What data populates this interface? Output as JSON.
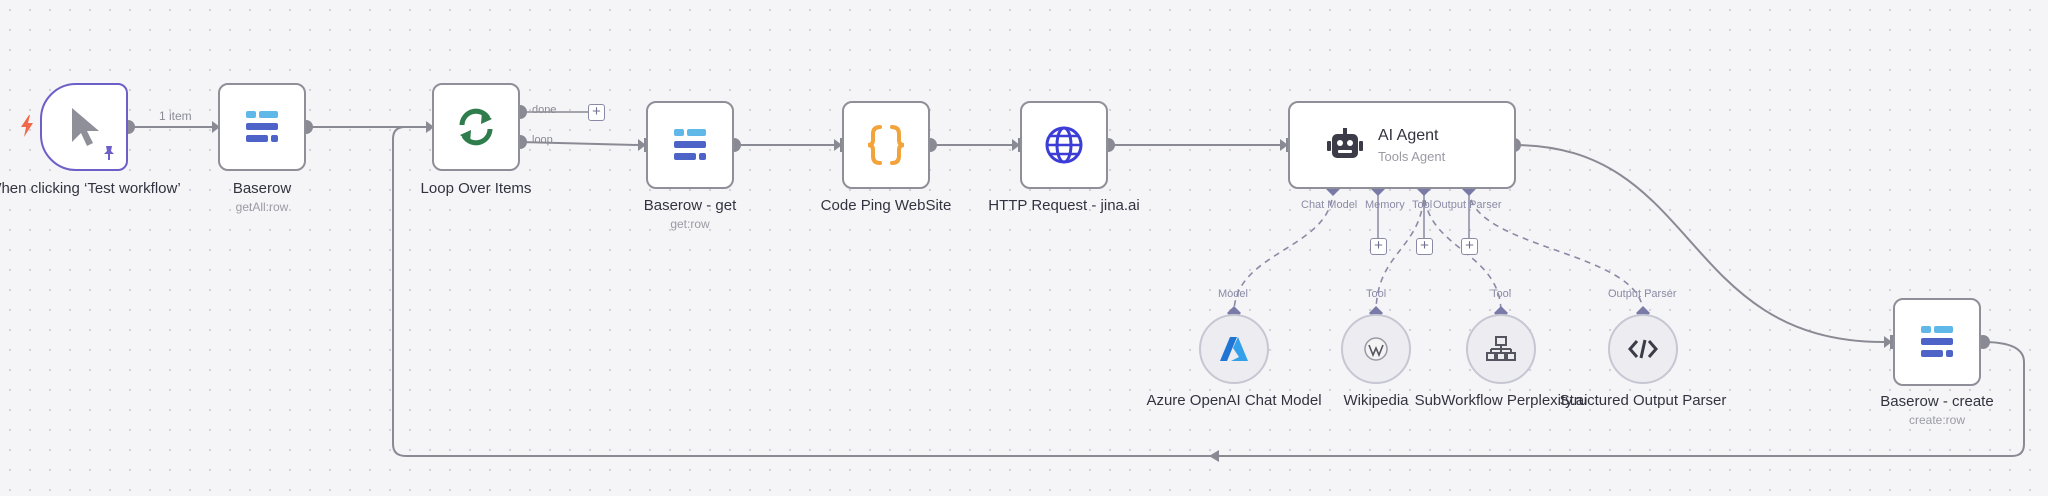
{
  "nodes": {
    "trigger": {
      "title": "When clicking ‘Test workflow’"
    },
    "baserow": {
      "title": "Baserow",
      "subtitle": "getAll:row"
    },
    "loop": {
      "title": "Loop Over Items",
      "done_label": "done",
      "loop_label": "loop"
    },
    "baserow_get": {
      "title": "Baserow - get",
      "subtitle": "get:row"
    },
    "code": {
      "title": "Code Ping WebSite"
    },
    "http": {
      "title": "HTTP Request - jina.ai"
    },
    "agent": {
      "title": "AI Agent",
      "subtitle": "Tools Agent",
      "ports": [
        "Chat Model",
        "Memory",
        "Tool",
        "Output Parser"
      ]
    },
    "azure": {
      "title": "Azure OpenAI Chat Model",
      "port_label": "Model"
    },
    "wikipedia": {
      "title": "Wikipedia",
      "port_label": "Tool"
    },
    "subworkflow": {
      "title": "SubWorkflow Perplexity.ai",
      "port_label": "Tool"
    },
    "parser": {
      "title": "Structured Output Parser",
      "port_label": "Output Parser"
    },
    "baserow_create": {
      "title": "Baserow - create",
      "subtitle": "create:row"
    }
  },
  "edges": {
    "trigger_to_baserow_label": "1 item"
  },
  "colors": {
    "edge": "#8a8a94",
    "trigger_border": "#6c5fc7",
    "baserow_light": "#5fb8e8",
    "baserow_dark": "#4d63c7",
    "loop_green": "#2f7d4d",
    "code_orange": "#f2a33a",
    "globe_blue": "#3b3dd6",
    "azure_blue": "#1f74d4",
    "port": "#7a7aa8"
  },
  "icons": {
    "trigger": "cursor-icon",
    "baserow": "baserow-icon",
    "loop": "refresh-icon",
    "code": "braces-icon",
    "http": "globe-icon",
    "agent": "robot-icon",
    "azure": "azure-icon",
    "wikipedia": "wikipedia-icon",
    "subworkflow": "sitemap-icon",
    "parser": "code-icon",
    "bolt": "bolt-icon",
    "pin": "pin-icon"
  }
}
